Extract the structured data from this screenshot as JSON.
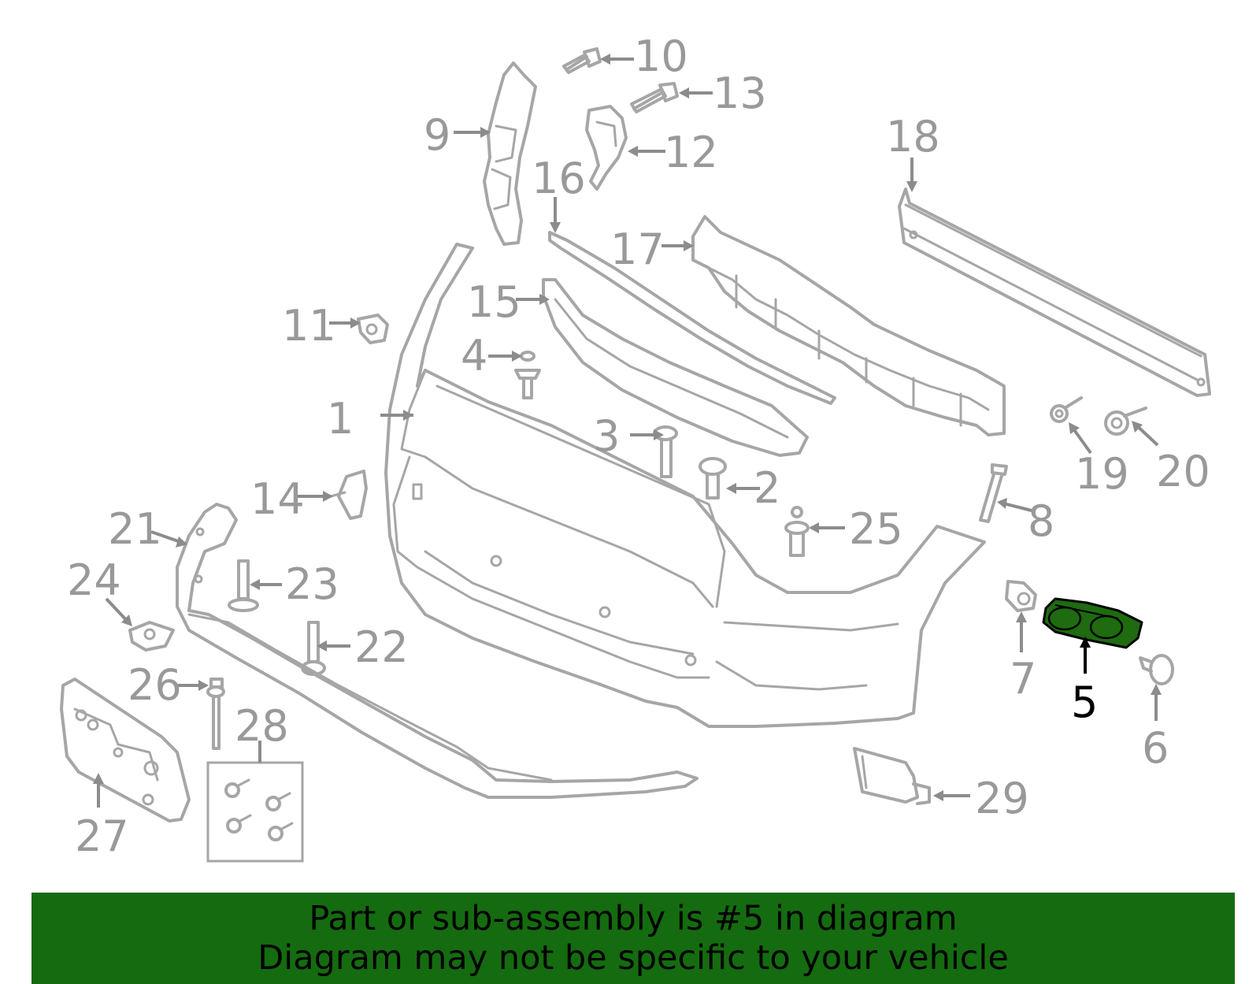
{
  "diagram": {
    "callouts": [
      {
        "id": "c1",
        "label": "1"
      },
      {
        "id": "c2",
        "label": "2"
      },
      {
        "id": "c3",
        "label": "3"
      },
      {
        "id": "c4",
        "label": "4"
      },
      {
        "id": "c5",
        "label": "5"
      },
      {
        "id": "c6",
        "label": "6"
      },
      {
        "id": "c7",
        "label": "7"
      },
      {
        "id": "c8",
        "label": "8"
      },
      {
        "id": "c9",
        "label": "9"
      },
      {
        "id": "c10",
        "label": "10"
      },
      {
        "id": "c11",
        "label": "11"
      },
      {
        "id": "c12",
        "label": "12"
      },
      {
        "id": "c13",
        "label": "13"
      },
      {
        "id": "c14",
        "label": "14"
      },
      {
        "id": "c15",
        "label": "15"
      },
      {
        "id": "c16",
        "label": "16"
      },
      {
        "id": "c17",
        "label": "17"
      },
      {
        "id": "c18",
        "label": "18"
      },
      {
        "id": "c19",
        "label": "19"
      },
      {
        "id": "c20",
        "label": "20"
      },
      {
        "id": "c21",
        "label": "21"
      },
      {
        "id": "c22",
        "label": "22"
      },
      {
        "id": "c23",
        "label": "23"
      },
      {
        "id": "c24",
        "label": "24"
      },
      {
        "id": "c25",
        "label": "25"
      },
      {
        "id": "c26",
        "label": "26"
      },
      {
        "id": "c27",
        "label": "27"
      },
      {
        "id": "c28",
        "label": "28"
      },
      {
        "id": "c29",
        "label": "29"
      }
    ],
    "highlighted_part": "5",
    "colors": {
      "highlight_fill": "#1e6b10",
      "part_stroke": "#a6a6a6",
      "callout_text": "#999999",
      "banner_bg": "#156b10"
    }
  },
  "banner": {
    "line1": "Part or sub-assembly is #5 in diagram",
    "line2": "Diagram may not be specific to your vehicle"
  }
}
